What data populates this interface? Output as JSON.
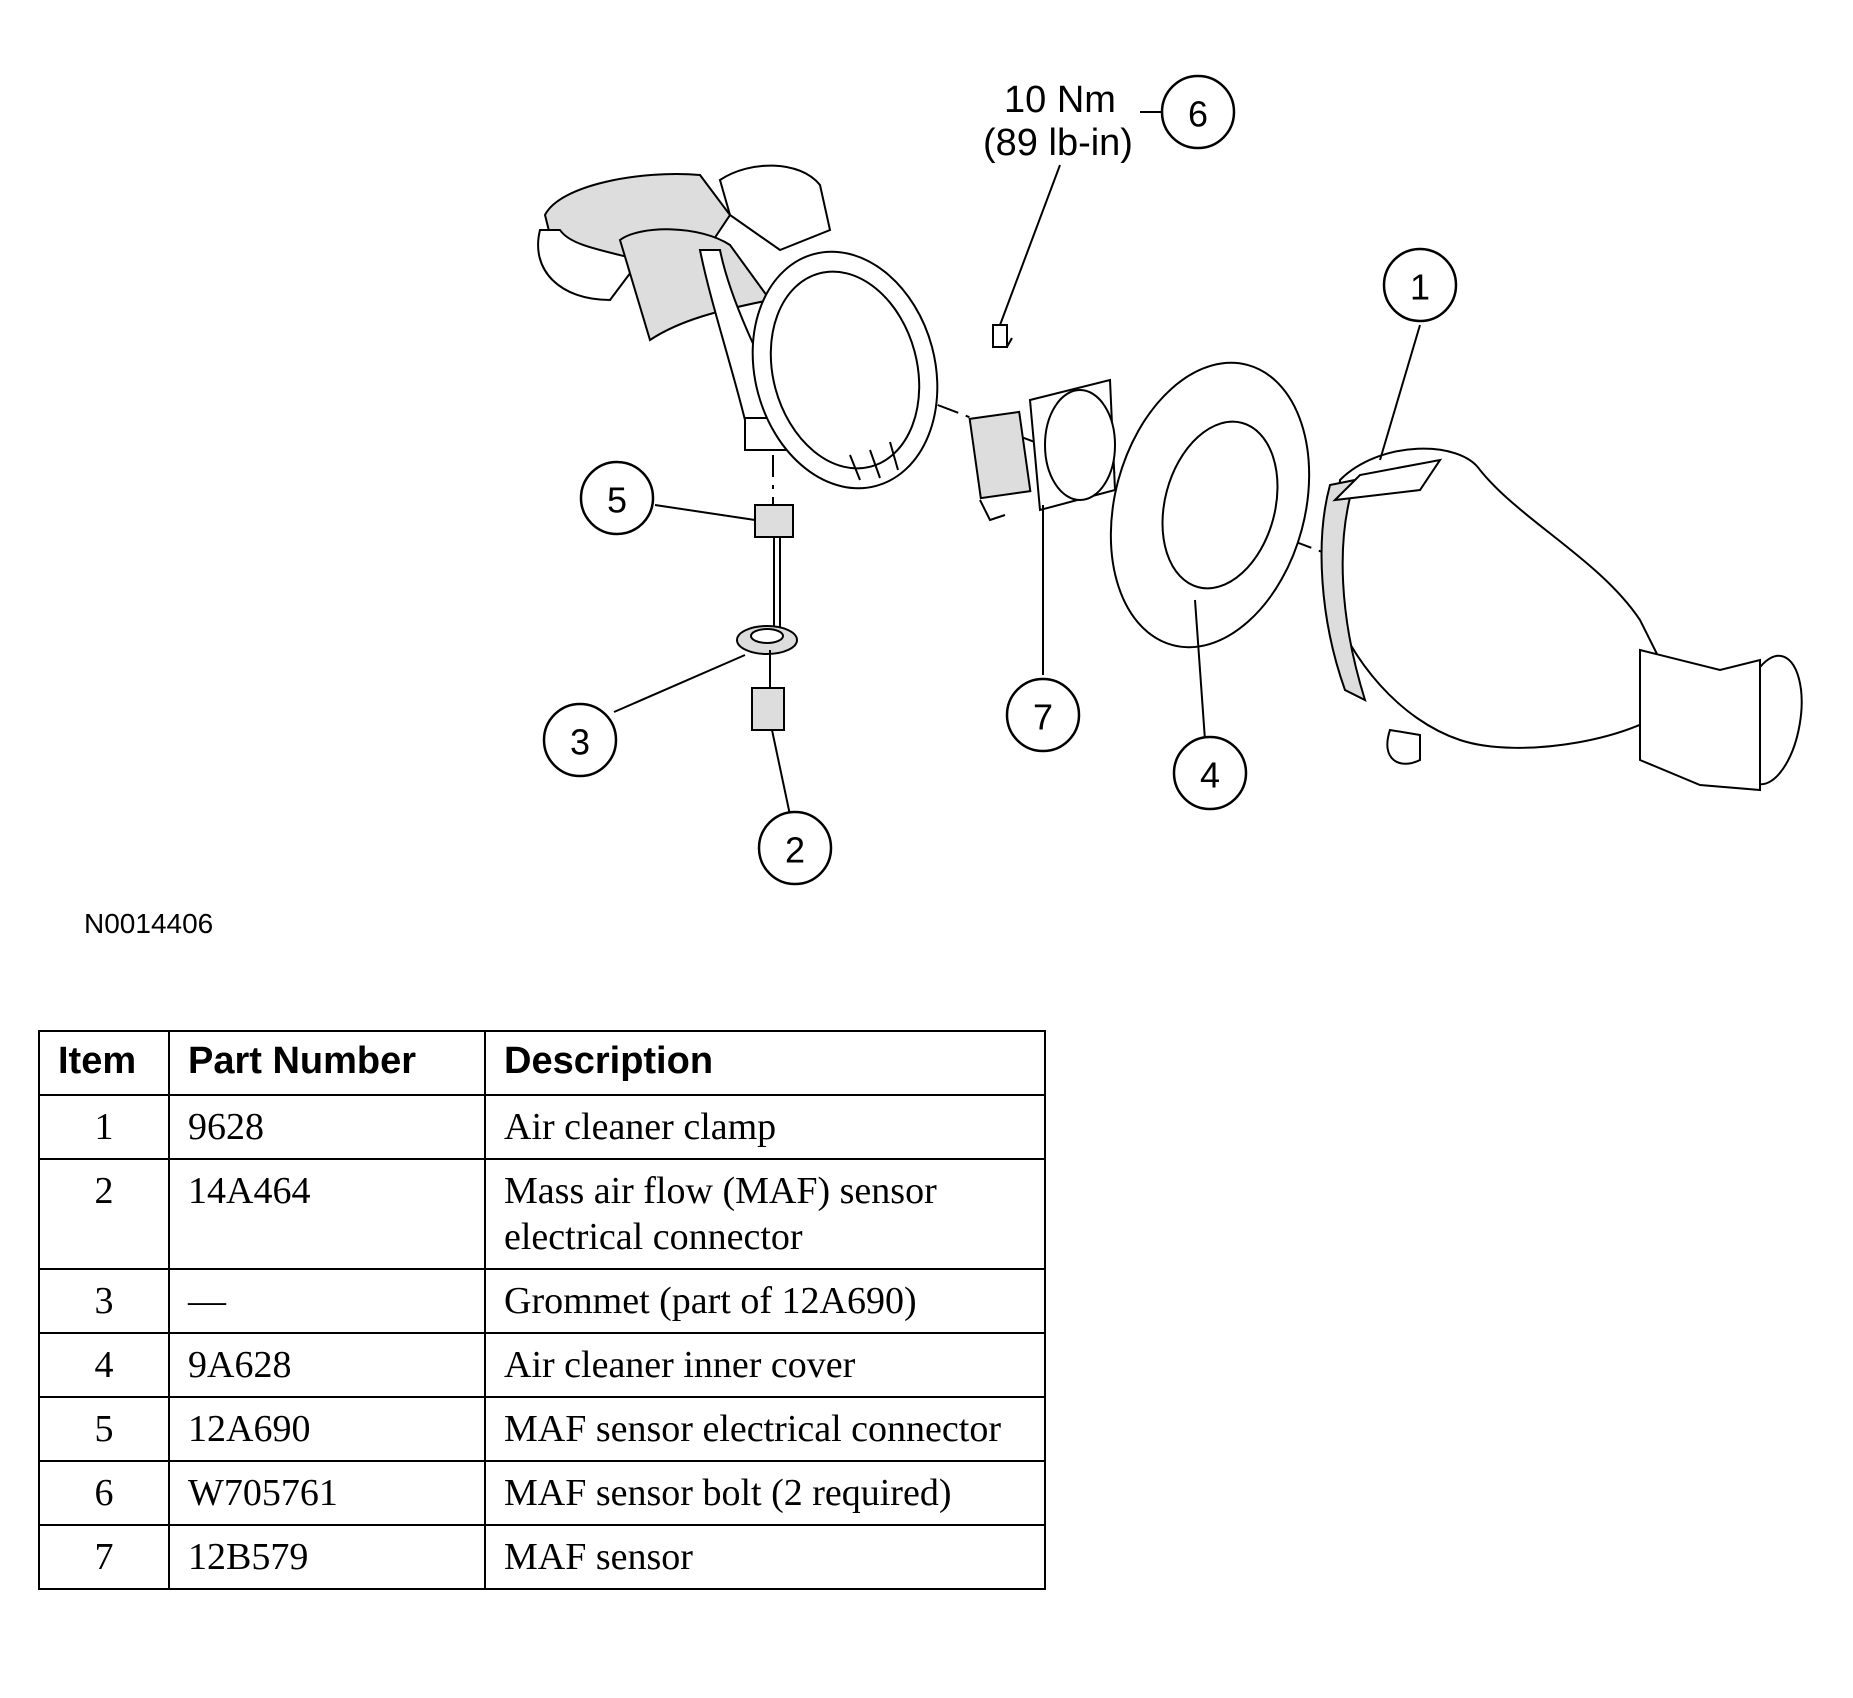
{
  "diagram": {
    "callouts": [
      "1",
      "2",
      "3",
      "4",
      "5",
      "6",
      "7"
    ],
    "torque_line1": "10 Nm",
    "torque_line2": "(89 lb-in)",
    "figure_id": "N0014406"
  },
  "table": {
    "headers": [
      "Item",
      "Part Number",
      "Description"
    ],
    "rows": [
      {
        "item": "1",
        "part": "9628",
        "desc": "Air cleaner clamp"
      },
      {
        "item": "2",
        "part": "14A464",
        "desc": "Mass air flow (MAF) sensor electrical connector"
      },
      {
        "item": "3",
        "part": "—",
        "desc": "Grommet (part of 12A690)"
      },
      {
        "item": "4",
        "part": "9A628",
        "desc": "Air cleaner inner cover"
      },
      {
        "item": "5",
        "part": "12A690",
        "desc": "MAF sensor electrical connector"
      },
      {
        "item": "6",
        "part": "W705761",
        "desc": "MAF sensor bolt (2 required)"
      },
      {
        "item": "7",
        "part": "12B579",
        "desc": "MAF sensor"
      }
    ]
  }
}
